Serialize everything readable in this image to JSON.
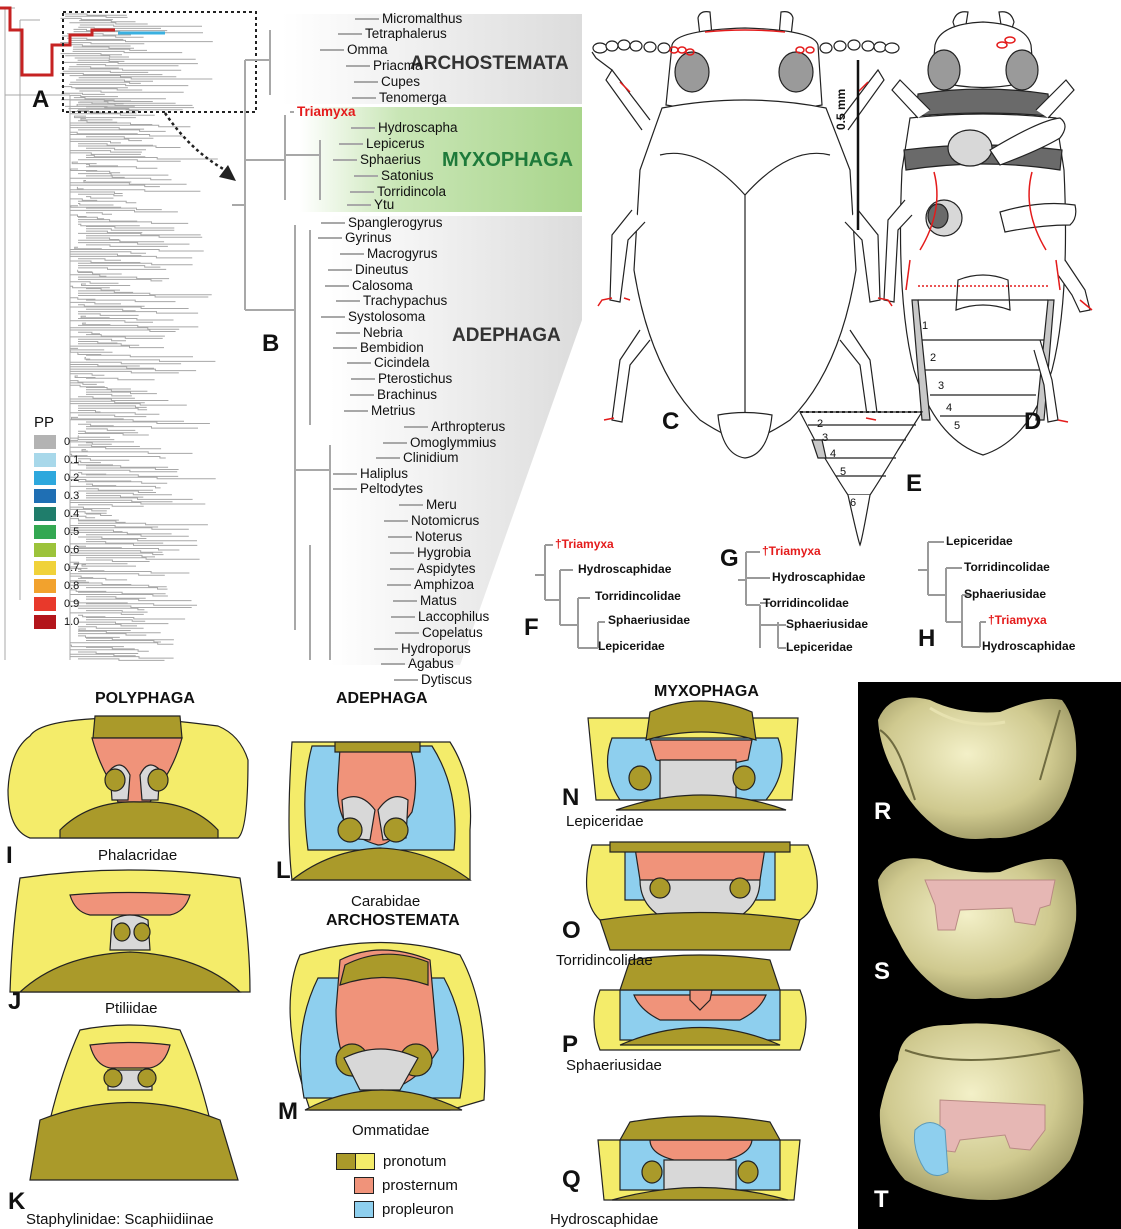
{
  "panel_letters": {
    "A": "A",
    "B": "B",
    "C": "C",
    "D": "D",
    "E": "E",
    "F": "F",
    "G": "G",
    "H": "H",
    "I": "I",
    "J": "J",
    "K": "K",
    "L": "L",
    "M": "M",
    "N": "N",
    "O": "O",
    "P": "P",
    "Q": "Q",
    "R": "R",
    "S": "S",
    "T": "T"
  },
  "pp_legend": {
    "title": "PP",
    "levels": [
      {
        "label": "0",
        "color": "#b3b3b3"
      },
      {
        "label": "0.1",
        "color": "#a8d8ea"
      },
      {
        "label": "0.2",
        "color": "#2ea8dd"
      },
      {
        "label": "0.3",
        "color": "#1f6fb4"
      },
      {
        "label": "0.4",
        "color": "#1f7d6b"
      },
      {
        "label": "0.5",
        "color": "#33a852"
      },
      {
        "label": "0.6",
        "color": "#9cc33b"
      },
      {
        "label": "0.7",
        "color": "#f0d23a"
      },
      {
        "label": "0.8",
        "color": "#f2a22d"
      },
      {
        "label": "0.9",
        "color": "#e8392b"
      },
      {
        "label": "1.0",
        "color": "#b3151b"
      }
    ]
  },
  "tree_b": {
    "groups": {
      "archostemata": "ARCHOSTEMATA",
      "myxophaga": "MYXOPHAGA",
      "adephaga": "ADEPHAGA"
    },
    "taxa": [
      "Micromalthus",
      "Tetraphalerus",
      "Omma",
      "Priacma",
      "Cupes",
      "Tenomerga",
      "Triamyxa",
      "Hydroscapha",
      "Lepicerus",
      "Sphaerius",
      "Satonius",
      "Torridincola",
      "Ytu",
      "Spanglerogyrus",
      "Gyrinus",
      "Macrogyrus",
      "Dineutus",
      "Calosoma",
      "Trachypachus",
      "Systolosoma",
      "Nebria",
      "Bembidion",
      "Cicindela",
      "Pterostichus",
      "Brachinus",
      "Metrius",
      "Arthropterus",
      "Omoglymmius",
      "Clinidium",
      "Haliplus",
      "Peltodytes",
      "Meru",
      "Notomicrus",
      "Noterus",
      "Hygrobia",
      "Aspidytes",
      "Amphizoa",
      "Matus",
      "Laccophilus",
      "Copelatus",
      "Hydroporus",
      "Agabus",
      "Dytiscus"
    ]
  },
  "scale_bar": "0.5 mm",
  "segments_d": [
    "1",
    "2",
    "3",
    "4",
    "5"
  ],
  "segments_e": [
    "2",
    "3",
    "4",
    "5",
    "6"
  ],
  "small_trees": {
    "f": [
      "†Triamyxa",
      "Hydroscaphidae",
      "Torridincolidae",
      "Sphaeriusidae",
      "Lepiceridae"
    ],
    "g": [
      "†Triamyxa",
      "Hydroscaphidae",
      "Torridincolidae",
      "Sphaeriusidae",
      "Lepiceridae"
    ],
    "h": [
      "Lepiceridae",
      "Torridincolidae",
      "Sphaeriusidae",
      "†Triamyxa",
      "Hydroscaphidae"
    ]
  },
  "sections": {
    "polyphaga": "POLYPHAGA",
    "adephaga": "ADEPHAGA",
    "archostemata": "ARCHOSTEMATA",
    "myxophaga": "MYXOPHAGA"
  },
  "families": {
    "i": "Phalacridae",
    "j": "Ptiliidae",
    "k": "Staphylinidae: Scaphiidiinae",
    "l": "Carabidae",
    "m": "Ommatidae",
    "n": "Lepiceridae",
    "o": "Torridincolidae",
    "p": "Sphaeriusidae",
    "q": "Hydroscaphidae"
  },
  "legend": {
    "pronotum": "pronotum",
    "prosternum": "prosternum",
    "propleuron": "propleuron"
  },
  "colors": {
    "pronotum_light": "#f4ec6a",
    "pronotum_dark": "#aa9a2a",
    "prosternum": "#f0937a",
    "propleuron": "#8ecfee",
    "coxa": "#d8d8d8",
    "myxo_band": "#a9d58c",
    "red": "#e41b1b",
    "tree_gray": "#a8a8a8"
  }
}
